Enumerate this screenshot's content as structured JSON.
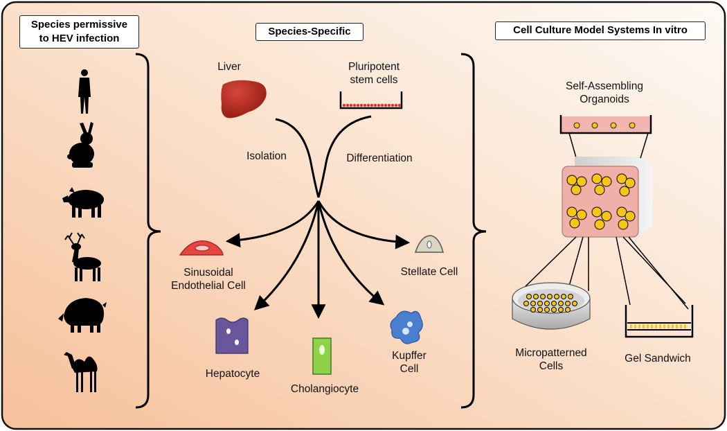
{
  "colors": {
    "background_left": "#f6c9a5",
    "background_right": "#fdf3ea",
    "liver": "#b02418",
    "organoid_cell": "#f5c518",
    "chamber_pink": "#f2b5b0",
    "kupffer": "#4a7fcf",
    "cholangiocyte": "#8fd24a",
    "hepatocyte": "#6a579b",
    "endothelial": "#e2463f",
    "stellate": "#d9d6c2"
  },
  "panels": {
    "species_title": "Species permissive\nto HEV infection",
    "species_icons": [
      "human-icon",
      "rabbit-icon",
      "pig-icon",
      "deer-icon",
      "wild-boar-icon",
      "camel-icon"
    ],
    "specific_title": "Species-Specific",
    "culture_title": "Cell Culture Model Systems In vitro"
  },
  "sources": {
    "liver": "Liver",
    "stem_cells": "Pluripotent\nstem cells",
    "isolation": "Isolation",
    "differentiation": "Differentiation"
  },
  "cell_types": {
    "endothelial": "Sinusoidal\nEndothelial Cell",
    "hepatocyte": "Hepatocyte",
    "cholangiocyte": "Cholangiocyte",
    "kupffer": "Kupffer\nCell",
    "stellate": "Stellate Cell"
  },
  "models": {
    "organoids": "Self-Assembling\nOrganoids",
    "micropatterned": "Micropatterned\nCells",
    "gel_sandwich": "Gel Sandwich"
  }
}
